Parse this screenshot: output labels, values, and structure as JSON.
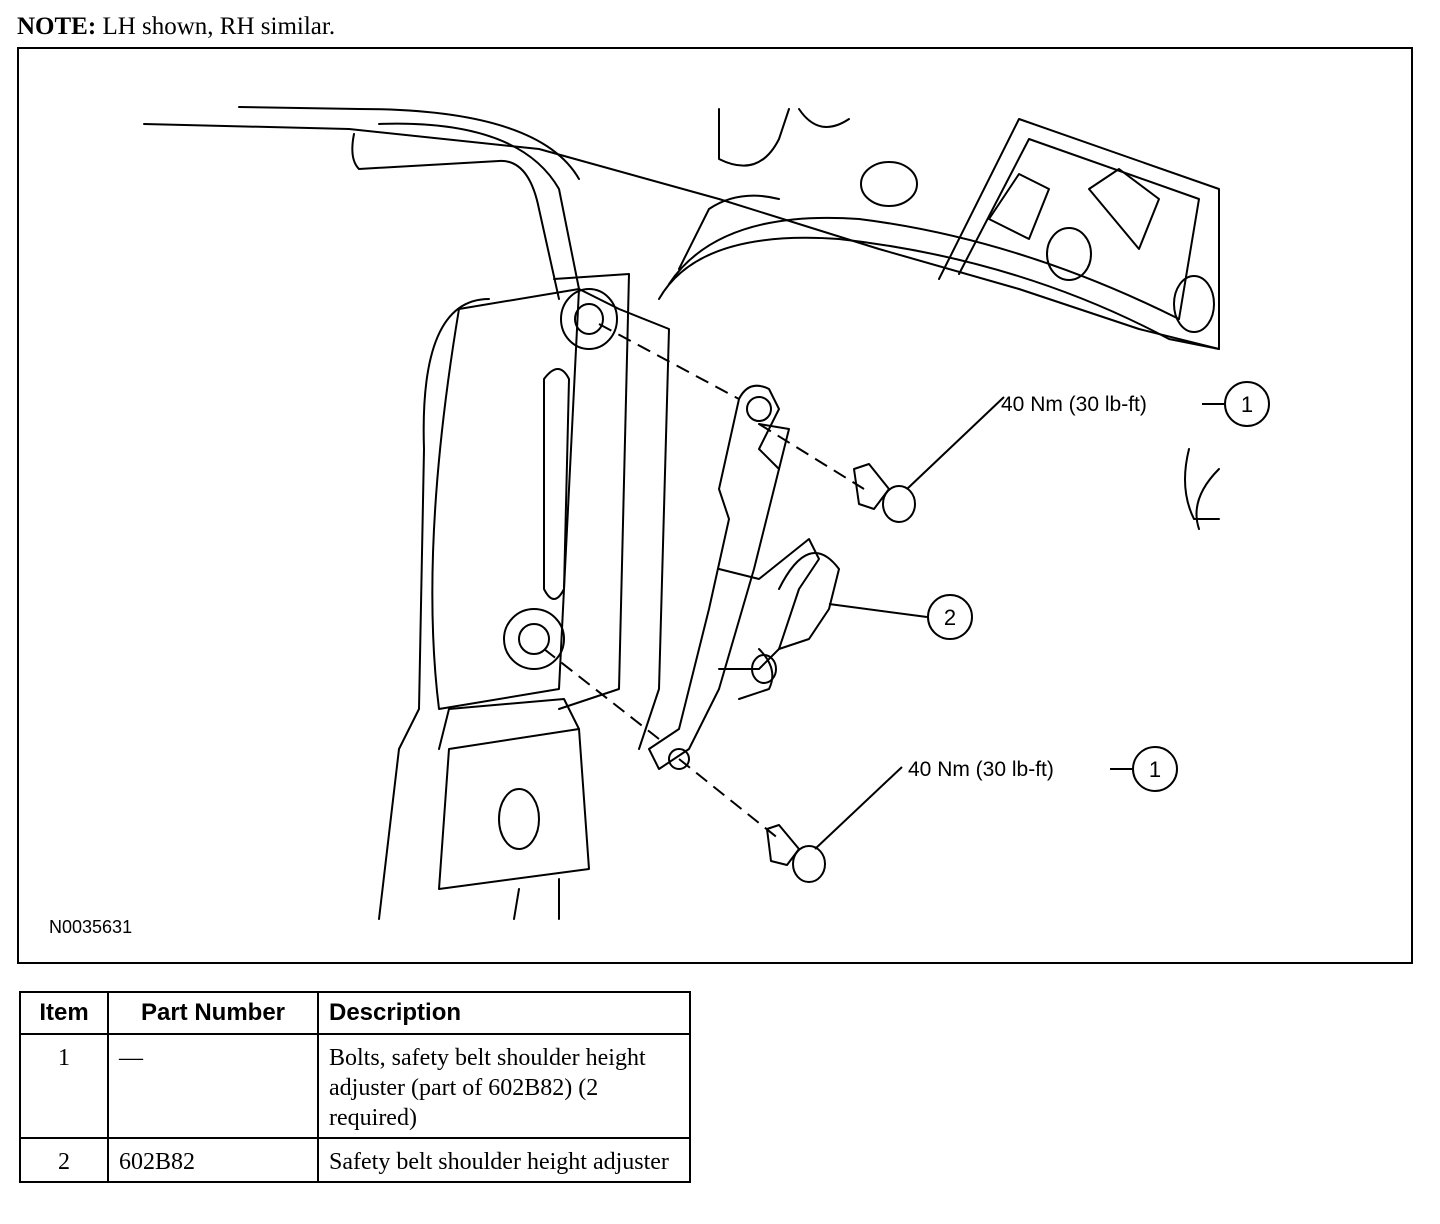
{
  "note": {
    "label": "NOTE:",
    "text": "LH shown, RH similar."
  },
  "figure": {
    "id": "N0035631",
    "callouts": [
      {
        "item": "1",
        "torque": "40 Nm (30 lb-ft)"
      },
      {
        "item": "2"
      },
      {
        "item": "1",
        "torque": "40 Nm (30 lb-ft)"
      }
    ]
  },
  "table": {
    "headers": [
      "Item",
      "Part Number",
      "Description"
    ],
    "rows": [
      {
        "item": "1",
        "part_number": "—",
        "description": "Bolts, safety belt shoulder height adjuster (part of 602B82) (2 required)"
      },
      {
        "item": "2",
        "part_number": "602B82",
        "description": "Safety belt shoulder height adjuster"
      }
    ]
  }
}
